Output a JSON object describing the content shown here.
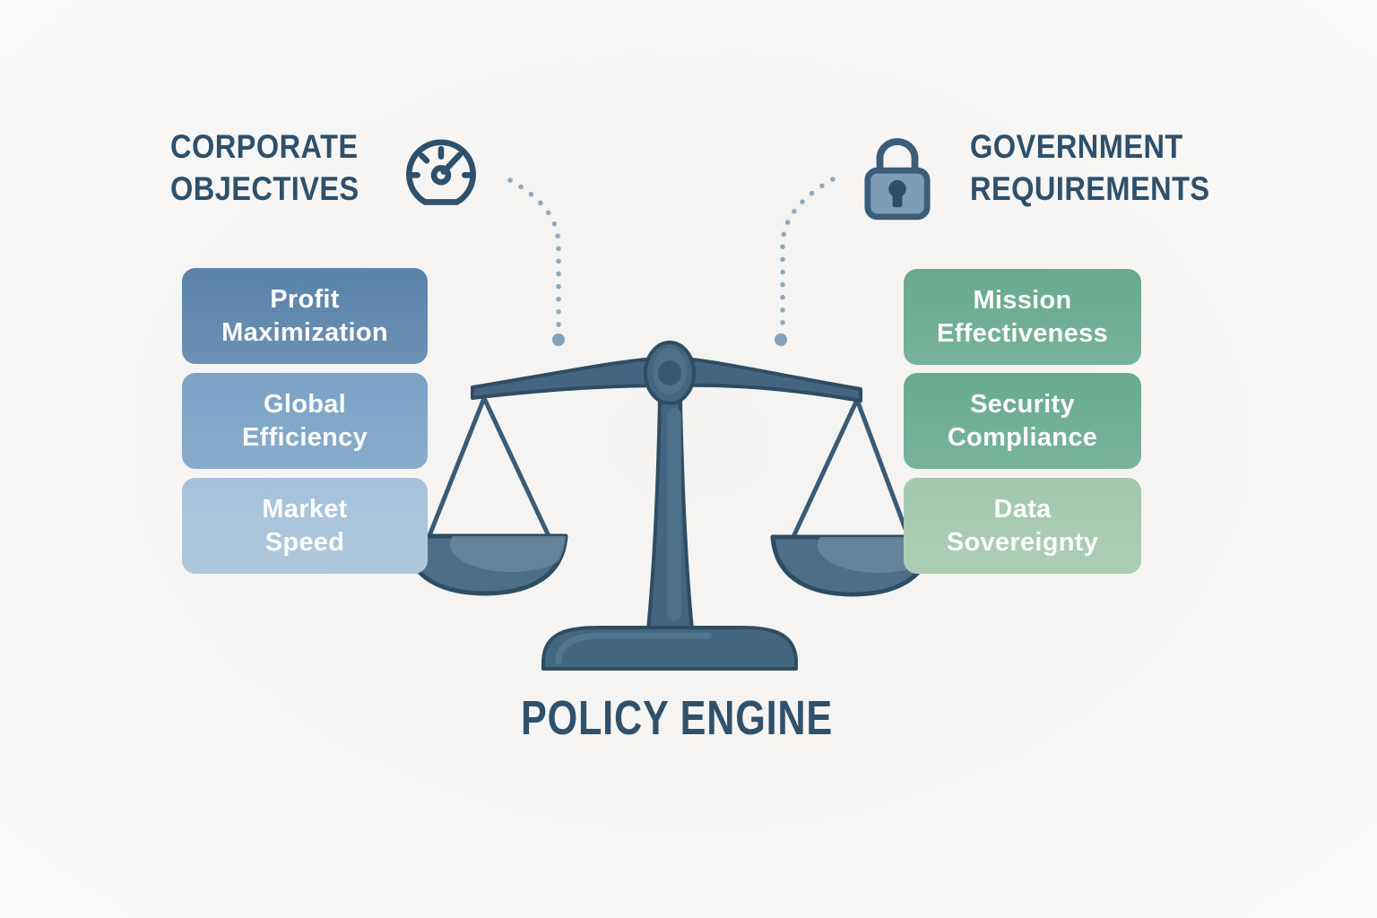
{
  "diagram_title": "POLICY ENGINE",
  "center": {
    "label": "POLICY ENGINE",
    "figure": "balance-scale"
  },
  "left_group": {
    "heading_lines": [
      "CORPORATE",
      "OBJECTIVES"
    ],
    "icon": "gauge-icon",
    "items": [
      {
        "lines": [
          "Profit",
          "Maximization"
        ],
        "color": "#5b84ab"
      },
      {
        "lines": [
          "Global",
          "Efficiency"
        ],
        "color": "#7ba3c6"
      },
      {
        "lines": [
          "Market",
          "Speed"
        ],
        "color": "#a6c2da"
      }
    ]
  },
  "right_group": {
    "heading_lines": [
      "GOVERNMENT",
      "REQUIREMENTS"
    ],
    "icon": "lock-icon",
    "items": [
      {
        "lines": [
          "Mission",
          "Effectiveness"
        ],
        "color": "#69aa91"
      },
      {
        "lines": [
          "Security",
          "Compliance"
        ],
        "color": "#6aab92"
      },
      {
        "lines": [
          "Data",
          "Sovereignty"
        ],
        "color": "#a3c8ad"
      }
    ]
  },
  "palette": {
    "background": "#f5f4f2",
    "scale_fill": "#45667f",
    "scale_outline": "#2e4c62",
    "pan_highlight": "#6b8aa1",
    "heading_text": "#2e506b",
    "dotted_connector": "#8fa9bd",
    "box_text": "#fdfdfd"
  }
}
